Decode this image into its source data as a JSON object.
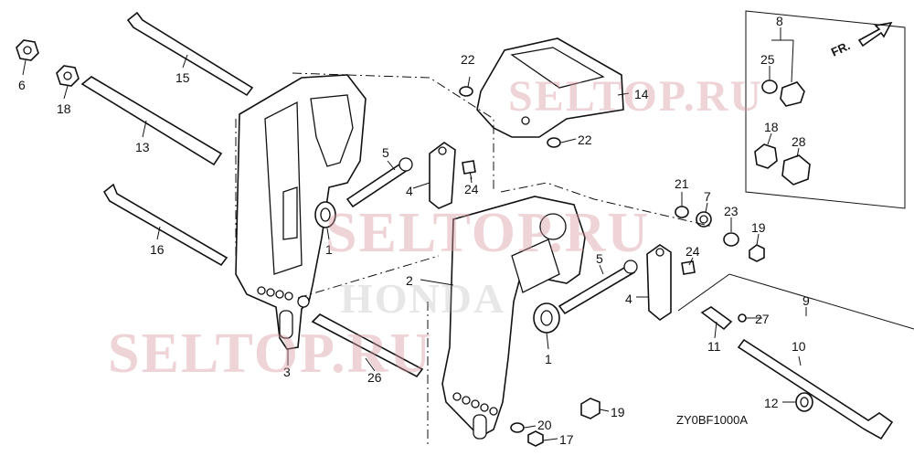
{
  "diagram_code": "ZY0BF1000A",
  "direction_marker": "FR.",
  "watermarks": [
    "SELTOP.RU",
    "SELTOP.RU",
    "SELTOP.RU",
    "HONDA"
  ],
  "callouts": {
    "c1a": "1",
    "c1b": "1",
    "c2": "2",
    "c3": "3",
    "c4a": "4",
    "c4b": "4",
    "c5a": "5",
    "c5b": "5",
    "c6": "6",
    "c7": "7",
    "c8": "8",
    "c9": "9",
    "c10": "10",
    "c11": "11",
    "c12": "12",
    "c13": "13",
    "c14": "14",
    "c15": "15",
    "c16": "16",
    "c17": "17",
    "c18a": "18",
    "c18b": "18",
    "c19a": "19",
    "c19b": "19",
    "c20": "20",
    "c21": "21",
    "c22a": "22",
    "c22b": "22",
    "c23": "23",
    "c24a": "24",
    "c24b": "24",
    "c25": "25",
    "c26": "26",
    "c27": "27",
    "c28": "28"
  }
}
